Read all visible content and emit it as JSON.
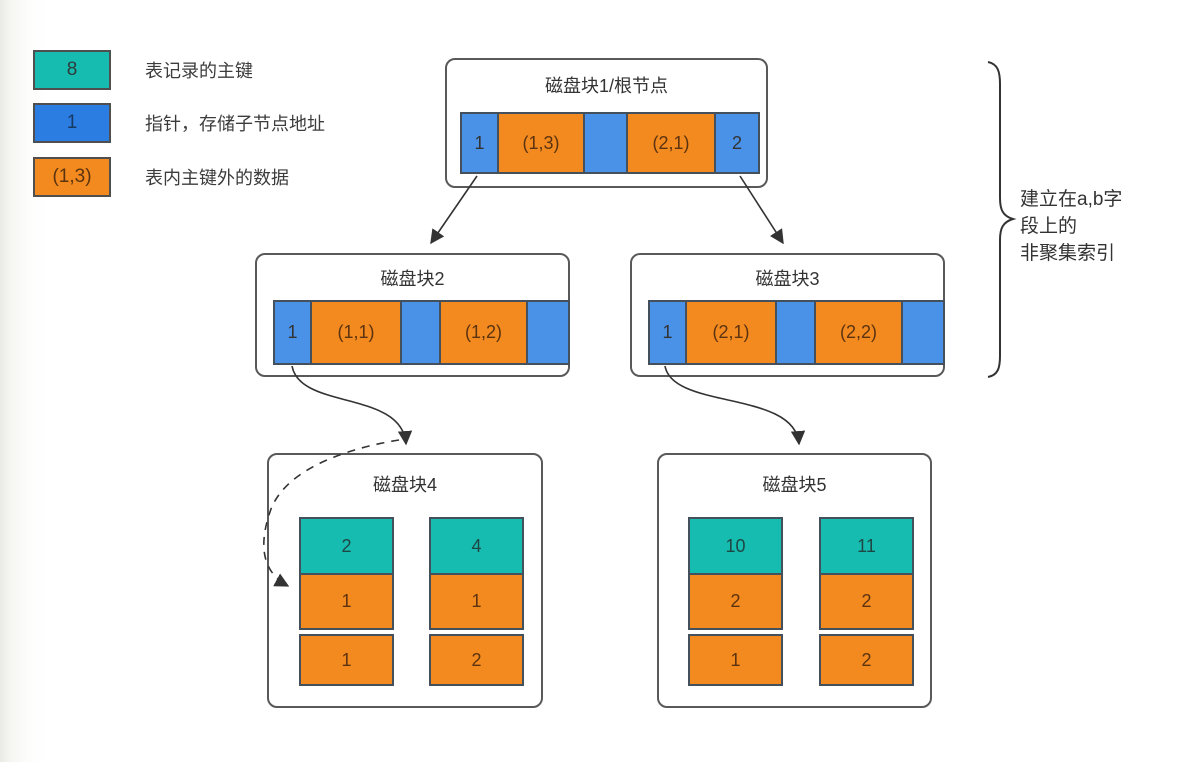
{
  "legend": {
    "items": [
      {
        "swatch": "teal",
        "value": "8",
        "label": "表记录的主键"
      },
      {
        "swatch": "blue",
        "value": "1",
        "label": "指针，存储子节点地址"
      },
      {
        "swatch": "orange",
        "value": "(1,3)",
        "label": "表内主键外的数据"
      }
    ]
  },
  "nodes": {
    "root": {
      "title": "磁盘块1/根节点",
      "cells": [
        {
          "type": "pointer",
          "value": "1"
        },
        {
          "type": "data",
          "value": "(1,3)"
        },
        {
          "type": "pointer",
          "value": ""
        },
        {
          "type": "data",
          "value": "(2,1)"
        },
        {
          "type": "pointer",
          "value": "2"
        }
      ]
    },
    "disk2": {
      "title": "磁盘块2",
      "cells": [
        {
          "type": "pointer",
          "value": "1"
        },
        {
          "type": "data",
          "value": "(1,1)"
        },
        {
          "type": "pointer",
          "value": ""
        },
        {
          "type": "data",
          "value": "(1,2)"
        },
        {
          "type": "pointer",
          "value": ""
        }
      ]
    },
    "disk3": {
      "title": "磁盘块3",
      "cells": [
        {
          "type": "pointer",
          "value": "1"
        },
        {
          "type": "data",
          "value": "(2,1)"
        },
        {
          "type": "pointer",
          "value": ""
        },
        {
          "type": "data",
          "value": "(2,2)"
        },
        {
          "type": "pointer",
          "value": ""
        }
      ]
    },
    "disk4": {
      "title": "磁盘块4",
      "columns": [
        {
          "cells": [
            {
              "type": "key",
              "value": "2"
            },
            {
              "type": "data",
              "value": "1"
            },
            {
              "type": "data",
              "value": "1"
            }
          ]
        },
        {
          "cells": [
            {
              "type": "key",
              "value": "4"
            },
            {
              "type": "data",
              "value": "1"
            },
            {
              "type": "data",
              "value": "2"
            }
          ]
        }
      ]
    },
    "disk5": {
      "title": "磁盘块5",
      "columns": [
        {
          "cells": [
            {
              "type": "key",
              "value": "10"
            },
            {
              "type": "data",
              "value": "2"
            },
            {
              "type": "data",
              "value": "1"
            }
          ]
        },
        {
          "cells": [
            {
              "type": "key",
              "value": "11"
            },
            {
              "type": "data",
              "value": "2"
            },
            {
              "type": "data",
              "value": "2"
            }
          ]
        }
      ]
    }
  },
  "annotation": {
    "lines": [
      "建立在a,b字",
      "段上的",
      "非聚集索引"
    ]
  },
  "colors": {
    "primary_key_teal": "#16bcb0",
    "legend_pointer_blue": "#2b7de2",
    "cell_pointer_blue": "#4a92e8",
    "data_orange": "#f38a1f",
    "line_color": "#333333"
  }
}
